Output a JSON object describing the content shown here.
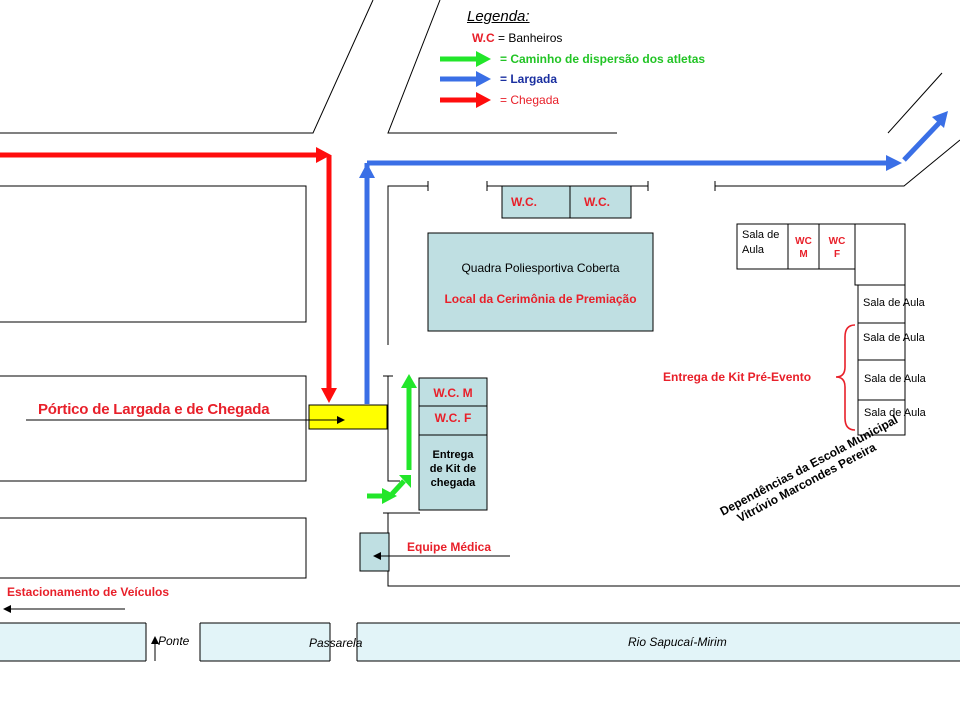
{
  "colors": {
    "red_path": "#ff0d0d",
    "blue_path": "#3a6fe6",
    "green_path": "#22e62a",
    "building_fill": "#bfdfe2",
    "portico_fill": "#ffff00",
    "label_red": "#e8202a"
  },
  "legend": {
    "title": "Legenda:",
    "wc_code": "W.C",
    "wc_text": "= Banheiros",
    "green_text": "= Caminho de dispersão dos atletas",
    "blue_text": "= Largada",
    "red_text": "= Chegada"
  },
  "rooms": {
    "top_wc1": "W.C.",
    "top_wc2": "W.C.",
    "gym_line1": "Quadra Poliesportiva Coberta",
    "gym_line2": "Local da Cerimônia de Premiação",
    "wc_m": "W.C. M",
    "wc_f": "W.C. F",
    "kit_finish": [
      "Entrega",
      "de Kit de",
      "chegada"
    ],
    "sala_de_aula_top": [
      "Sala de",
      "Aula"
    ],
    "wc_m_small": [
      "WC",
      "M"
    ],
    "wc_f_small": [
      "WC",
      "F"
    ],
    "salas": [
      "Sala de Aula",
      "Sala de Aula",
      "Sala de Aula",
      "Sala de Aula"
    ]
  },
  "labels": {
    "portico": "Pórtico de Largada e de Chegada",
    "kit_pre_event": "Entrega de Kit Pré-Evento",
    "medical": "Equipe Médica",
    "parking": "Estacionamento de Veículos",
    "bridge": "Ponte",
    "walkway": "Passarela",
    "river": "Rio Sapucaí-Mirim",
    "school_line1": "Dependências da Escola Municipal",
    "school_line2": "Vitrúvio Marcondes Pereira"
  }
}
